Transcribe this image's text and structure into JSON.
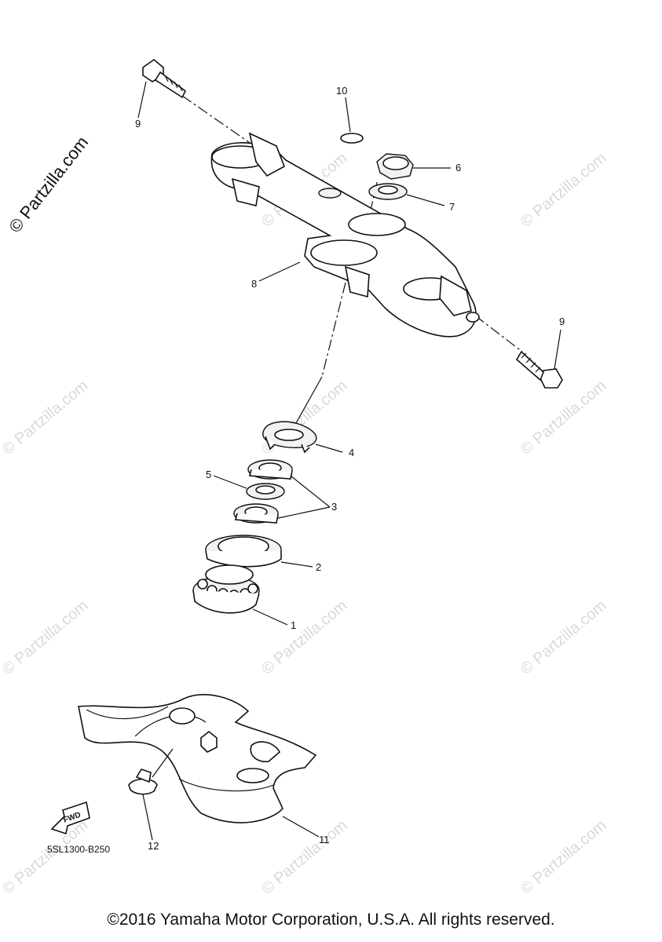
{
  "watermark_main": "© Partzilla.com",
  "watermark_faint": "© Partzilla.com",
  "callouts": {
    "c1": "1",
    "c2": "2",
    "c3": "3",
    "c4": "4",
    "c5": "5",
    "c6": "6",
    "c7": "7",
    "c8": "8",
    "c9a": "9",
    "c9b": "9",
    "c10": "10",
    "c11": "11",
    "c12": "12"
  },
  "fwd_label": "FWD",
  "part_code": "5SL1300-B250",
  "copyright": "©2016 Yamaha Motor Corporation, U.S.A. All rights reserved."
}
